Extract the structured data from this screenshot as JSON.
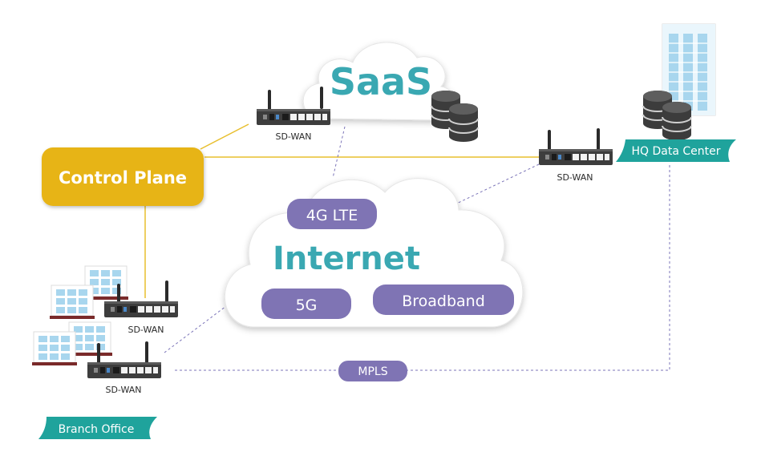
{
  "nodes": {
    "saas": "SaaS",
    "internet": "Internet",
    "control_plane": "Control Plane",
    "hq": "HQ Data Center",
    "branch": "Branch Office"
  },
  "transports": {
    "lte": "4G LTE",
    "fiveg": "5G",
    "broadband": "Broadband",
    "mpls": "MPLS"
  },
  "devices": {
    "saas_router": "SD-WAN",
    "hq_router": "SD-WAN",
    "branch_router_upper": "SD-WAN",
    "branch_router_lower": "SD-WAN"
  },
  "colors": {
    "teal": "#3aa8b2",
    "gold": "#e7b416",
    "purple": "#7f74b4",
    "line_gold": "#e8bf2e",
    "line_dashed": "#7b74b8",
    "building": "#a8d6ee",
    "branch_roof": "#7a2a2a"
  }
}
